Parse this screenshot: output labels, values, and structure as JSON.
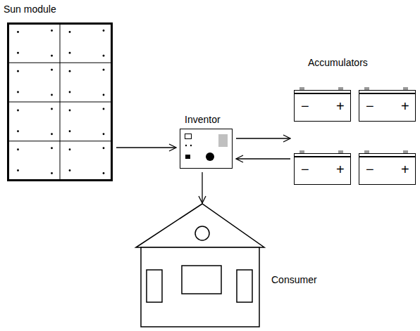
{
  "diagram": {
    "nodes": [
      {
        "text": [
          "Sun module"
        ]
      },
      {
        "text": [
          "Inventor"
        ]
      },
      {
        "text": [
          "Accumulators"
        ]
      },
      {
        "text": [
          "Consumer"
        ]
      }
    ],
    "edges": [
      {
        "from": 0,
        "to": 1,
        "arrow": "to"
      },
      {
        "from": 1,
        "to": 2,
        "arrow": "to"
      },
      {
        "from": 2,
        "to": 1,
        "arrow": "to"
      },
      {
        "from": 1,
        "to": 3,
        "arrow": "to"
      }
    ],
    "labels": [
      "−",
      "+",
      "−",
      "+",
      "−",
      "+",
      "−",
      "+"
    ]
  }
}
